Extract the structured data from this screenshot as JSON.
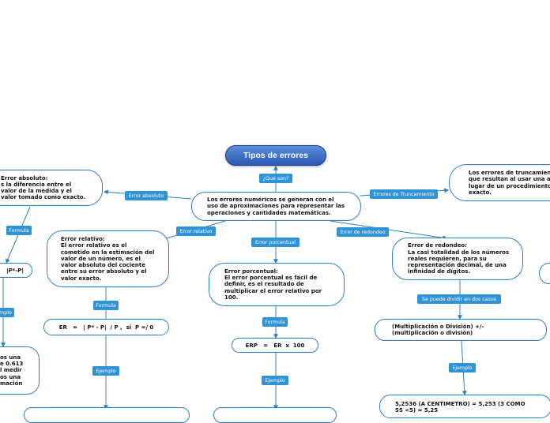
{
  "title": "Tipos de errores",
  "central": "Los errores numéricos se generan con el\nuso de aproximaciones para representar las\noperaciones y cantidades matemáticas.",
  "links": {
    "que_son": "¿Qué son?",
    "error_absoluto": "Error absoluto",
    "errores_truncamiento": "Errores de Truncamiento",
    "error_relativo": "Error relativo",
    "error_porcentual": "Error porcentual",
    "error_redondeo": "Error de redondeo",
    "formula_abs": "Formula",
    "ejemplo_abs": "mplo",
    "formula_rel": "Formula",
    "ejemplo_rel": "Ejemplo",
    "formula_por": "Formula",
    "ejemplo_por": "Ejemplo",
    "se_puede_dividir": "Se puede dividir en dos casos",
    "ejemplo_red": "Ejemplo"
  },
  "nodes": {
    "absoluto": "Error absoluto:\ns la diferencia entre el\nvalor de la medida y el\nvalor tomado como exacto.",
    "absoluto_formula": "|P*-P|",
    "absoluto_ejemplo": "os una\ne 0.613\nl medir\nos una\nmación",
    "truncamiento": "Los errores de truncamien\nque resultan al usar una a\nlugar de un procedimiento\nexacto.",
    "relativo": "Error relativo:\nEl error relativo es el\ncometido en la estimación del\nvalor de un número, es el\nvalor absoluto del cociente\nentre su error absoluto y el\nvalor exacto.",
    "relativo_formula": "ER   =   | P* - P|  / P ,  si  P =/ 0",
    "porcentual": "Error porcentual:\nEl error porcentual es fácil de\ndefinir, es el resultado de\nmultiplicar el error relativo por\n100.",
    "porcentual_formula": "ERP   =   ER  x  100",
    "redondeo": "Error de redondeo:\nLa casi totalidad de los números\nreales requieren, para su\nrepresentación decimal, de una\ninfinidad de dígitos.",
    "redondeo_casos": "(Multiplicación o División)  +/-\n(multiplicación o división)",
    "redondeo_ejemplo": "5,2536 (A CENTIMETRO) = 5,253 (3 COMO\n55 <5) = 5,25"
  },
  "colors": {
    "line": "#2f7fc0",
    "tag": "#2f93d6",
    "title_top": "#5a8fd8",
    "title_bottom": "#2c57b5"
  }
}
